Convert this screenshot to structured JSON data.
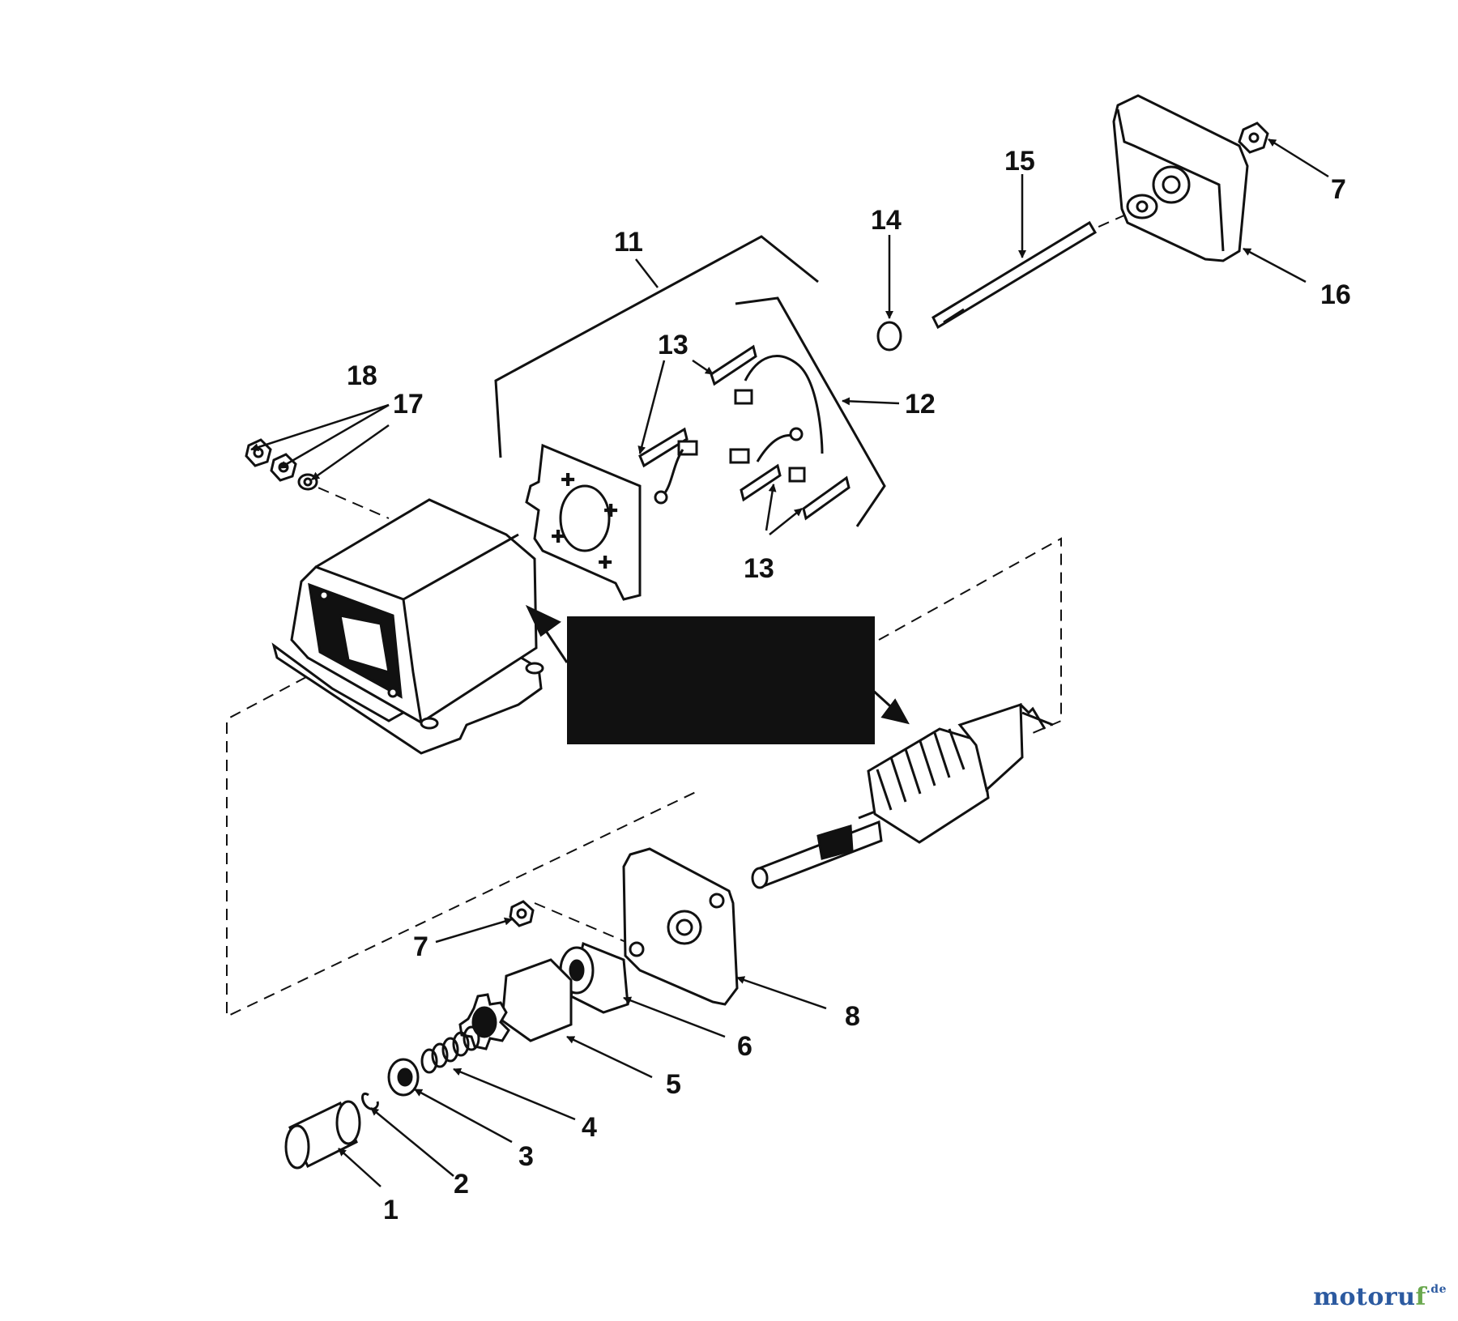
{
  "callouts": {
    "c1": "1",
    "c2": "2",
    "c3": "3",
    "c4": "4",
    "c5": "5",
    "c6": "6",
    "c7a": "7",
    "c7b": "7",
    "c8": "8",
    "c11": "11",
    "c12": "12",
    "c13a": "13",
    "c13b": "13",
    "c14": "14",
    "c15": "15",
    "c16": "16",
    "c17": "17",
    "c18": "18"
  },
  "watermark": {
    "part1": "motoru",
    "part2": "f",
    "part3": ".de"
  },
  "colors": {
    "ink": "#111111",
    "background": "#ffffff",
    "watermark_blue": "#2c5aa0",
    "watermark_green": "#6aa84f"
  }
}
